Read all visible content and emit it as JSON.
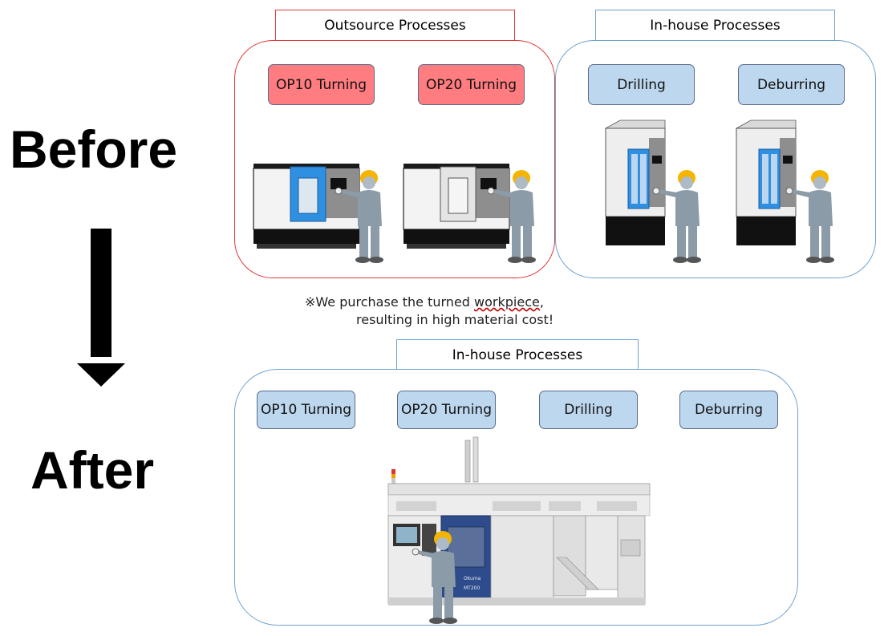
{
  "labels": {
    "before": "Before",
    "after": "After"
  },
  "before": {
    "outsource": {
      "title": "Outsource Processes",
      "processes": [
        "OP10 Turning",
        "OP20 Turning"
      ]
    },
    "inhouse": {
      "title": "In-house Processes",
      "processes": [
        "Drilling",
        "Deburring"
      ]
    },
    "note": {
      "prefix": "※We purchase the turned ",
      "underlined": "workpiece",
      "suffix": ",",
      "line2": "resulting in high material cost!"
    }
  },
  "after": {
    "inhouse": {
      "title": "In-house Processes",
      "processes": [
        "OP10 Turning",
        "OP20 Turning",
        "Drilling",
        "Deburring"
      ]
    },
    "machine": {
      "brand": "Okuma",
      "model": "MT200"
    }
  },
  "colors": {
    "outsource_border": "#e03a3a",
    "inhouse_border": "#6fa3cf",
    "red_box": "#ff7c80",
    "blue_box": "#bdd7ee",
    "arrow": "#000000"
  }
}
